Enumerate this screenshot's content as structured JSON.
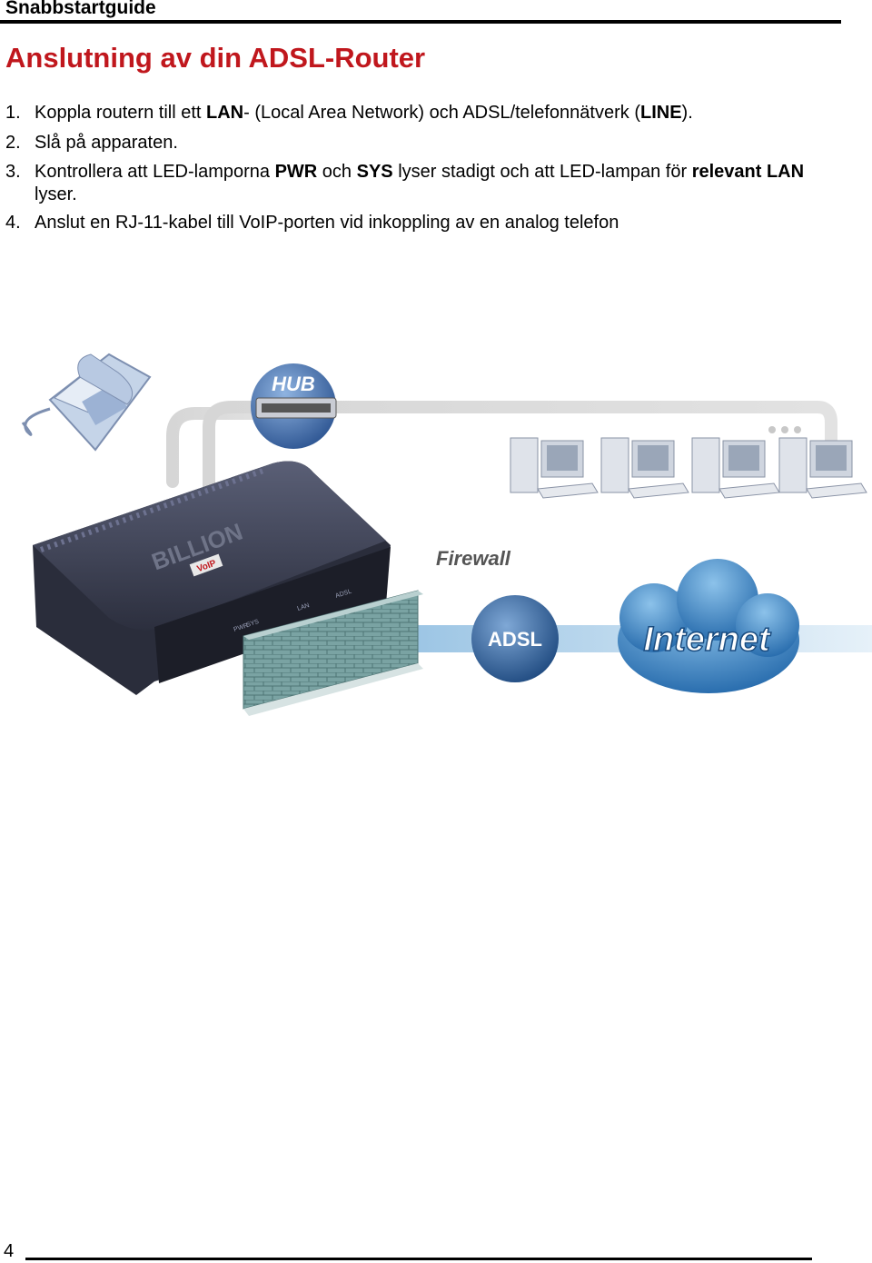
{
  "header": {
    "title": "Snabbstartguide"
  },
  "page": {
    "heading": "Anslutning av din ADSL-Router",
    "number": "4"
  },
  "steps": [
    {
      "num": "1.",
      "parts": [
        {
          "t": "Koppla routern till ett ",
          "b": false
        },
        {
          "t": "LAN",
          "b": true
        },
        {
          "t": "- (Local Area Network) och ADSL/telefonnätverk (",
          "b": false
        },
        {
          "t": "LINE",
          "b": true
        },
        {
          "t": ").",
          "b": false
        }
      ]
    },
    {
      "num": "2.",
      "parts": [
        {
          "t": "Slå på apparaten.",
          "b": false
        }
      ]
    },
    {
      "num": "3.",
      "parts": [
        {
          "t": "Kontrollera att LED-lamporna ",
          "b": false
        },
        {
          "t": "PWR",
          "b": true
        },
        {
          "t": " och ",
          "b": false
        },
        {
          "t": "SYS",
          "b": true
        },
        {
          "t": " lyser stadigt och att LED-lampan för ",
          "b": false
        },
        {
          "t": "relevant LAN",
          "b": true
        },
        {
          "t": " lyser.",
          "b": false
        }
      ]
    },
    {
      "num": "4.",
      "parts": [
        {
          "t": "Anslut en RJ-11-kabel till VoIP-porten vid inkoppling av en analog telefon",
          "b": false
        }
      ]
    }
  ],
  "diagram": {
    "hub_label": "HUB",
    "firewall_label": "Firewall",
    "adsl_label": "ADSL",
    "internet_label": "Internet",
    "router_brand": "BILLION",
    "router_badge": "VoIP",
    "router_port_labels": [
      "PWR",
      "SYS",
      "LAN",
      "ADSL"
    ],
    "colors": {
      "heading": "#c0171d",
      "cable": "#d9d9d9",
      "router_body": "#3d4154",
      "hub_circle": "#3f6aa8",
      "adsl_circle": "#2f5f96",
      "internet_cloud": "#2f7fc0",
      "firewall": "#6e9a9a"
    }
  }
}
